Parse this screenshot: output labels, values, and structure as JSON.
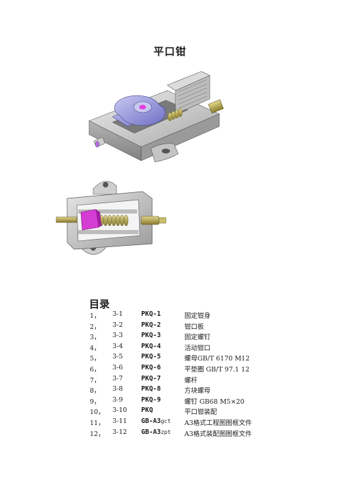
{
  "title": "平口钳",
  "toc": {
    "heading": "目录",
    "items": [
      {
        "num": "1，",
        "sec": "3-1",
        "code": "PKQ-1",
        "suffix": "",
        "desc": "固定钳身"
      },
      {
        "num": "2，",
        "sec": "3-2",
        "code": "PKQ-2",
        "suffix": "",
        "desc": "钳口板"
      },
      {
        "num": "3，",
        "sec": "3-3",
        "code": "PKQ-3",
        "suffix": "",
        "desc": "固定螺钉"
      },
      {
        "num": "4，",
        "sec": "3-4",
        "code": "PKQ-4",
        "suffix": "",
        "desc": "活动钳口"
      },
      {
        "num": "5，",
        "sec": "3-5",
        "code": "PKQ-5",
        "suffix": "",
        "desc": "螺母GB/T 6170  M12"
      },
      {
        "num": "6，",
        "sec": "3-6",
        "code": "PKQ-6",
        "suffix": "",
        "desc": "平垫圈 GB/T 97.1  12"
      },
      {
        "num": "7，",
        "sec": "3-7",
        "code": "PKQ-7",
        "suffix": "",
        "desc": "螺杆"
      },
      {
        "num": "8，",
        "sec": "3-8",
        "code": "PKQ-8",
        "suffix": "",
        "desc": "方块螺母"
      },
      {
        "num": "9，",
        "sec": "3-9",
        "code": "PKQ-9",
        "suffix": "",
        "desc": "螺钉 GB68 M5×20"
      },
      {
        "num": "10，",
        "sec": "3-10",
        "code": "PKQ",
        "suffix": "",
        "desc": "平口钳装配"
      },
      {
        "num": "11，",
        "sec": "3-11",
        "code": "GB-A3",
        "suffix": "gct",
        "desc": "A3格式工程图图框文件"
      },
      {
        "num": "12，",
        "sec": "3-12",
        "code": "GB-A3",
        "suffix": "zpt",
        "desc": "A3格式装配图图框文件"
      }
    ]
  }
}
